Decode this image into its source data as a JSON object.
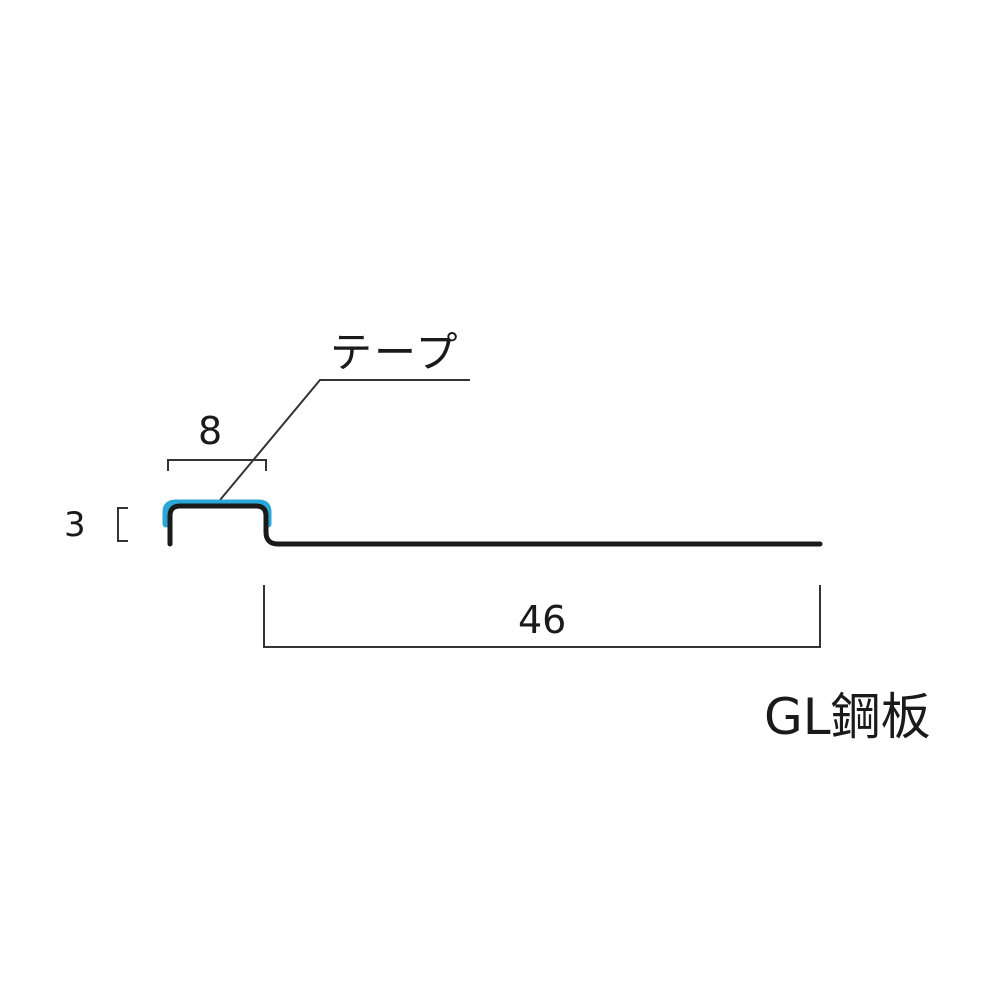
{
  "diagram": {
    "labels": {
      "tape": "テープ",
      "top_width": "8",
      "height": "3",
      "length": "46",
      "material": "GL鋼板"
    },
    "colors": {
      "line": "#1a1a1a",
      "dimension": "#333333",
      "tape": "#2aa7d6"
    }
  }
}
